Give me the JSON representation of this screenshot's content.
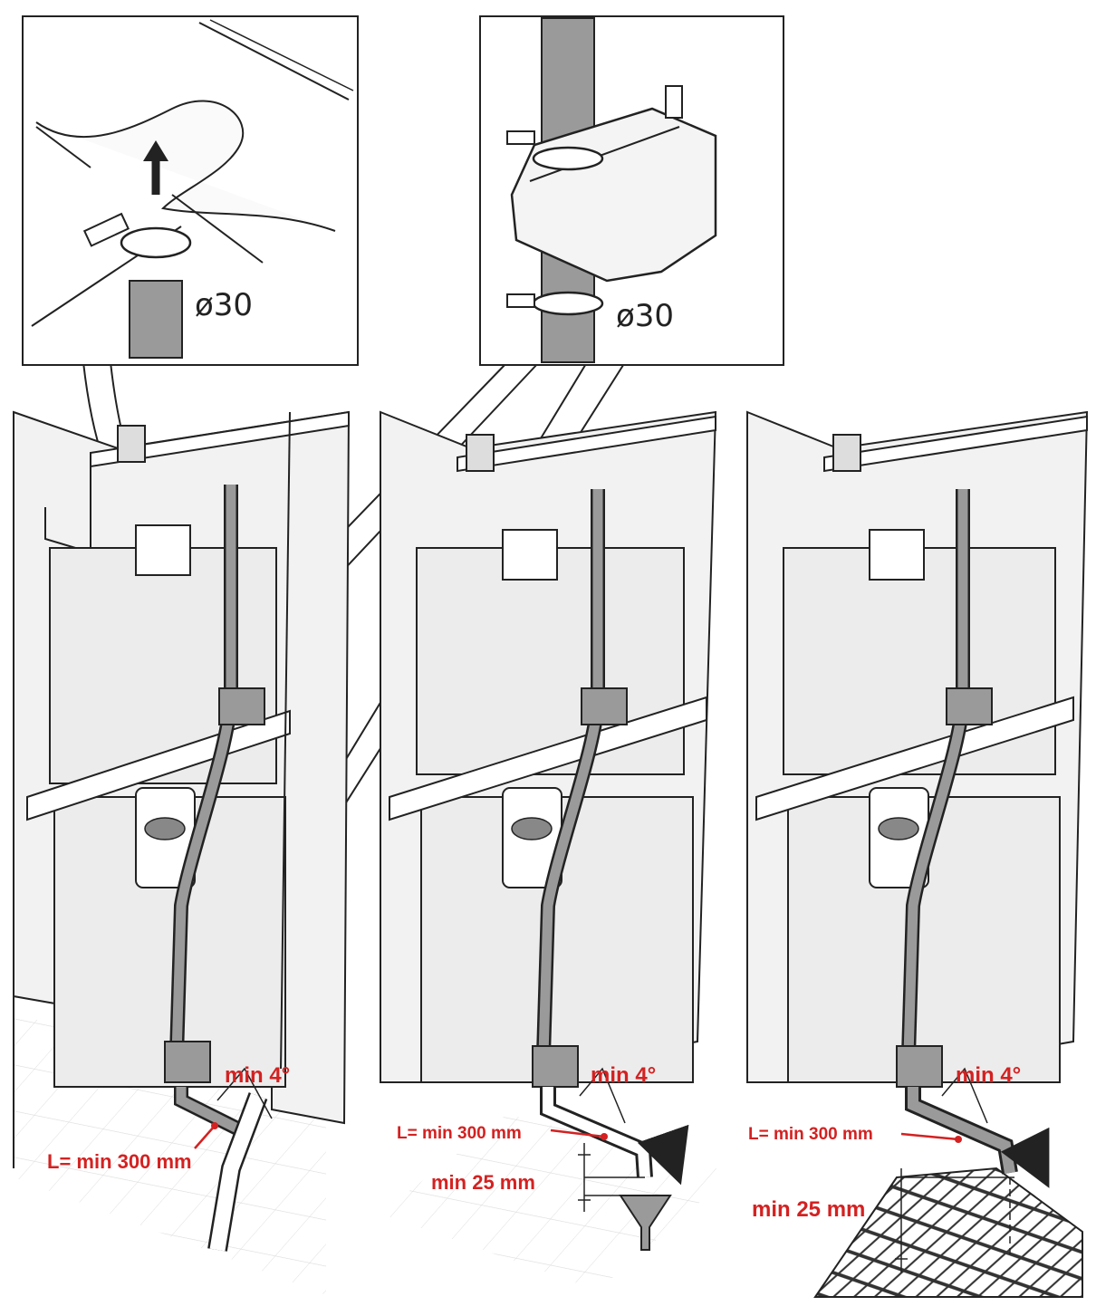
{
  "insets": [
    {
      "id": "inset-1",
      "diameter_label": "ø30"
    },
    {
      "id": "inset-2",
      "diameter_label": "ø30"
    }
  ],
  "panels": [
    {
      "id": "panel-1",
      "angle_label": "min 4°",
      "length_label": "L= min 300 mm"
    },
    {
      "id": "panel-2",
      "angle_label": "min 4°",
      "length_label": "L= min 300 mm",
      "gap_label": "min 25 mm"
    },
    {
      "id": "panel-3",
      "angle_label": "min 4°",
      "length_label": "L= min 300 mm",
      "gap_label": "min 25 mm"
    }
  ],
  "colors": {
    "label_red": "#d42121",
    "hose_gray": "#9a9a9a",
    "line": "#222222",
    "fill_light": "#f2f2f2"
  }
}
